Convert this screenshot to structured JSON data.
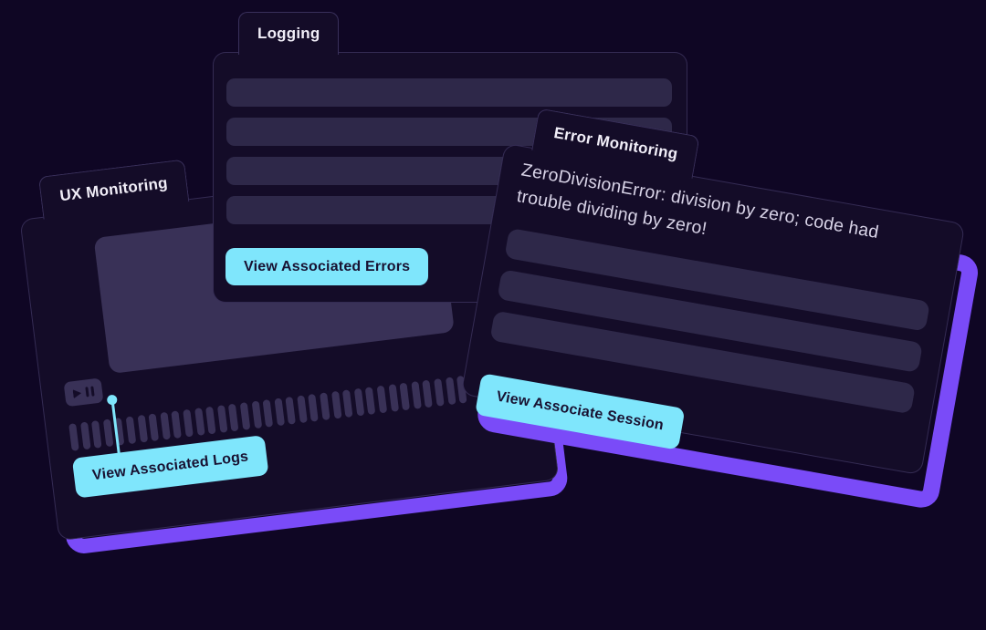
{
  "scene": {
    "colors": {
      "background": "#0f0624",
      "card": "#140c28",
      "placeholder_line": "#2e2849",
      "panel": "#393157",
      "accent_purple": "#7a4bf8",
      "accent_cyan": "#7fe6fc",
      "text_light": "#f1eef8",
      "text_message": "#d8d3e7",
      "text_dark": "#191232"
    }
  },
  "cards": {
    "ux": {
      "tab_label": "UX Monitoring",
      "button_label": "View Associated Logs",
      "player": {
        "tick_count": 35
      }
    },
    "logging": {
      "tab_label": "Logging",
      "placeholder_line_count": 4,
      "button_label": "View Associated Errors"
    },
    "error": {
      "tab_label": "Error Monitoring",
      "message_lines": [
        "ZeroDivisionError: division by zero; code had",
        "trouble dividing by zero!"
      ],
      "placeholder_line_count": 3,
      "button_label": "View Associate Session"
    }
  }
}
